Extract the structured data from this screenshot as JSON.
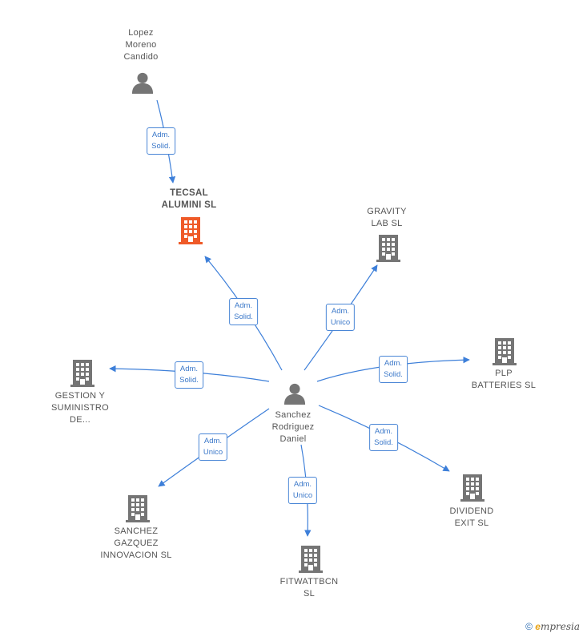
{
  "colors": {
    "edge": "#3d7fd9",
    "person": "#757575",
    "company": "#757575",
    "company_main": "#ef5a28"
  },
  "nodes": [
    {
      "id": "lopez",
      "type": "person",
      "label": "Lopez\nMoreno\nCandido"
    },
    {
      "id": "tecsal",
      "type": "company_main",
      "label": "TECSAL\nALUMINI SL"
    },
    {
      "id": "gravity",
      "type": "company",
      "label": "GRAVITY\nLAB SL"
    },
    {
      "id": "plp",
      "type": "company",
      "label": "PLP\nBATTERIES SL"
    },
    {
      "id": "gestion",
      "type": "company",
      "label": "GESTION Y\nSUMINISTRO\nDE..."
    },
    {
      "id": "sanchez",
      "type": "person",
      "label": "Sanchez\nRodriguez\nDaniel"
    },
    {
      "id": "dividend",
      "type": "company",
      "label": "DIVIDEND\nEXIT SL"
    },
    {
      "id": "gazquez",
      "type": "company",
      "label": "SANCHEZ\nGAZQUEZ\nINNOVACION SL"
    },
    {
      "id": "fitwatt",
      "type": "company",
      "label": "FITWATTBCN\nSL"
    }
  ],
  "edges": [
    {
      "from": "lopez",
      "to": "tecsal",
      "label": "Adm.\nSolid."
    },
    {
      "from": "sanchez",
      "to": "tecsal",
      "label": "Adm.\nSolid."
    },
    {
      "from": "sanchez",
      "to": "gravity",
      "label": "Adm.\nUnico"
    },
    {
      "from": "sanchez",
      "to": "plp",
      "label": "Adm.\nSolid."
    },
    {
      "from": "sanchez",
      "to": "gestion",
      "label": "Adm.\nSolid."
    },
    {
      "from": "sanchez",
      "to": "dividend",
      "label": "Adm.\nSolid."
    },
    {
      "from": "sanchez",
      "to": "gazquez",
      "label": "Adm.\nUnico"
    },
    {
      "from": "sanchez",
      "to": "fitwatt",
      "label": "Adm.\nUnico"
    }
  ],
  "footer": {
    "copyright_symbol": "©",
    "brand_initial": "e",
    "brand_rest": "mpresia"
  }
}
